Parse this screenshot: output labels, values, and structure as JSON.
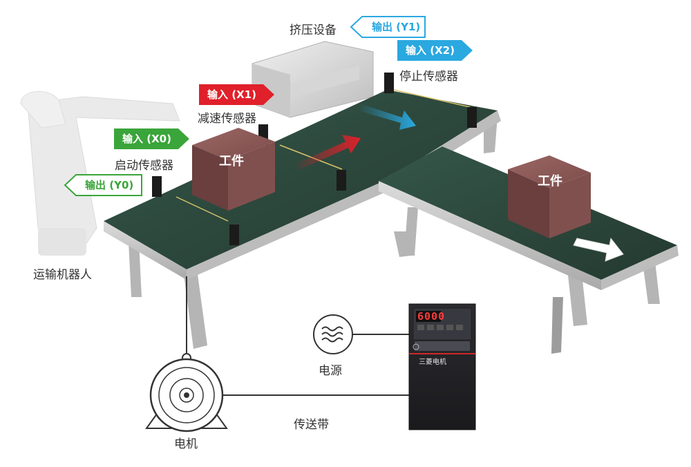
{
  "labels": {
    "robot": "运输机器人",
    "start_sensor": "启动传感器",
    "slow_sensor": "减速传感器",
    "press": "挤压设备",
    "stop_sensor": "停止传感器",
    "power": "电源",
    "motor": "电机",
    "conveyor": "传送带",
    "workpiece_left": "工件",
    "workpiece_right": "工件"
  },
  "tags": {
    "input_x0": "输入 (X0)",
    "output_y0": "输出 (Y0)",
    "input_x1": "输入 (X1)",
    "input_x2": "输入 (X2)",
    "output_y1": "输出 (Y1)"
  },
  "drive": {
    "display": "6000",
    "brand": "三菱电机"
  },
  "colors": {
    "input_green": "#3aa53a",
    "output_green": "#3aa53a",
    "input_red": "#e0202a",
    "output_blue": "#2aa8e0",
    "belt": "#2e4a3c",
    "frame": "#c8c8c8",
    "workpiece": "#7a4a48"
  },
  "icons": {
    "power": "wave-icon",
    "motor": "motor-icon",
    "flow_red": "arrow-right-icon",
    "flow_blue": "arrow-right-icon",
    "flow_white": "arrow-right-icon"
  }
}
